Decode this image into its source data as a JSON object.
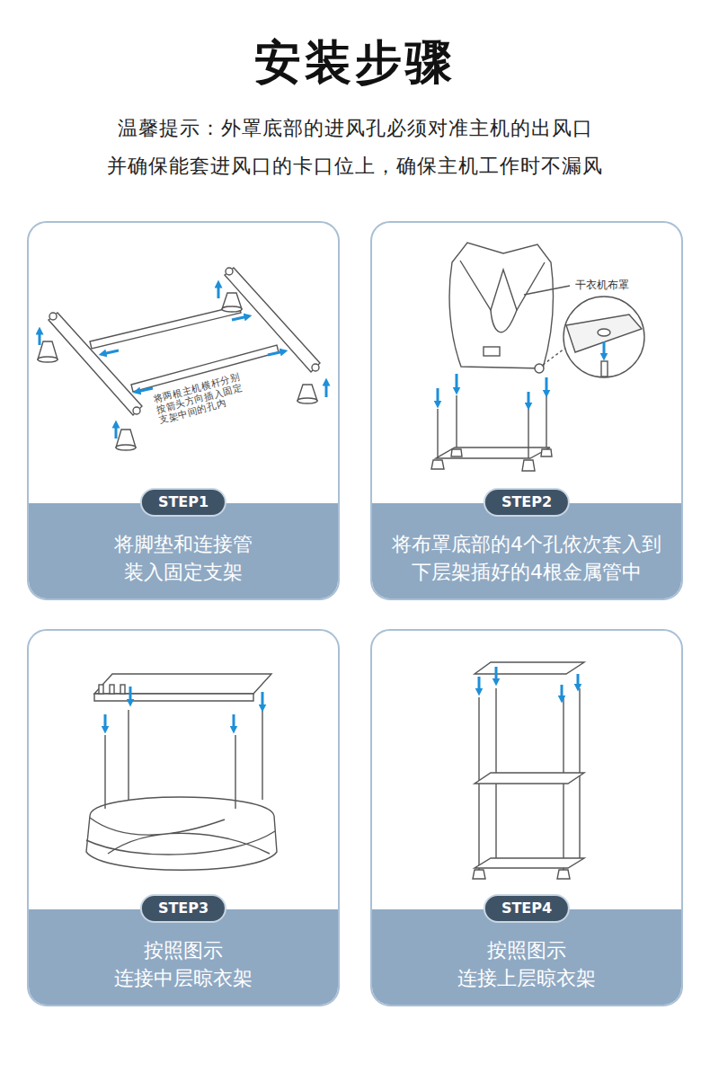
{
  "diagram": {
    "title": "安装步骤",
    "nodes": [
      {
        "text": [
          "将脚垫和连接管 装入固定支架"
        ]
      },
      {
        "text": [
          "STEP1"
        ],
        "in": 0
      },
      {
        "text": [
          "将布罩底部的4个孔依次套入到 下层架插好的4根金属管中"
        ]
      },
      {
        "text": [
          "STEP2"
        ],
        "in": 2
      },
      {
        "text": [
          "按照图示 连接中层晾衣架"
        ]
      },
      {
        "text": [
          "STEP3"
        ],
        "in": 4
      },
      {
        "text": [
          "按照图示 连接上层晾衣架"
        ]
      },
      {
        "text": [
          "STEP4"
        ],
        "in": 6
      }
    ],
    "labels": [
      "温馨提示：外罩底部的进风孔必须对准主机的出风口 并确保能套进风口的卡口位上，确保主机工作时不漏风",
      "将两根主机横杆分别按箭头方向插入固定支架中间的孔内",
      "干衣机布罩"
    ]
  }
}
